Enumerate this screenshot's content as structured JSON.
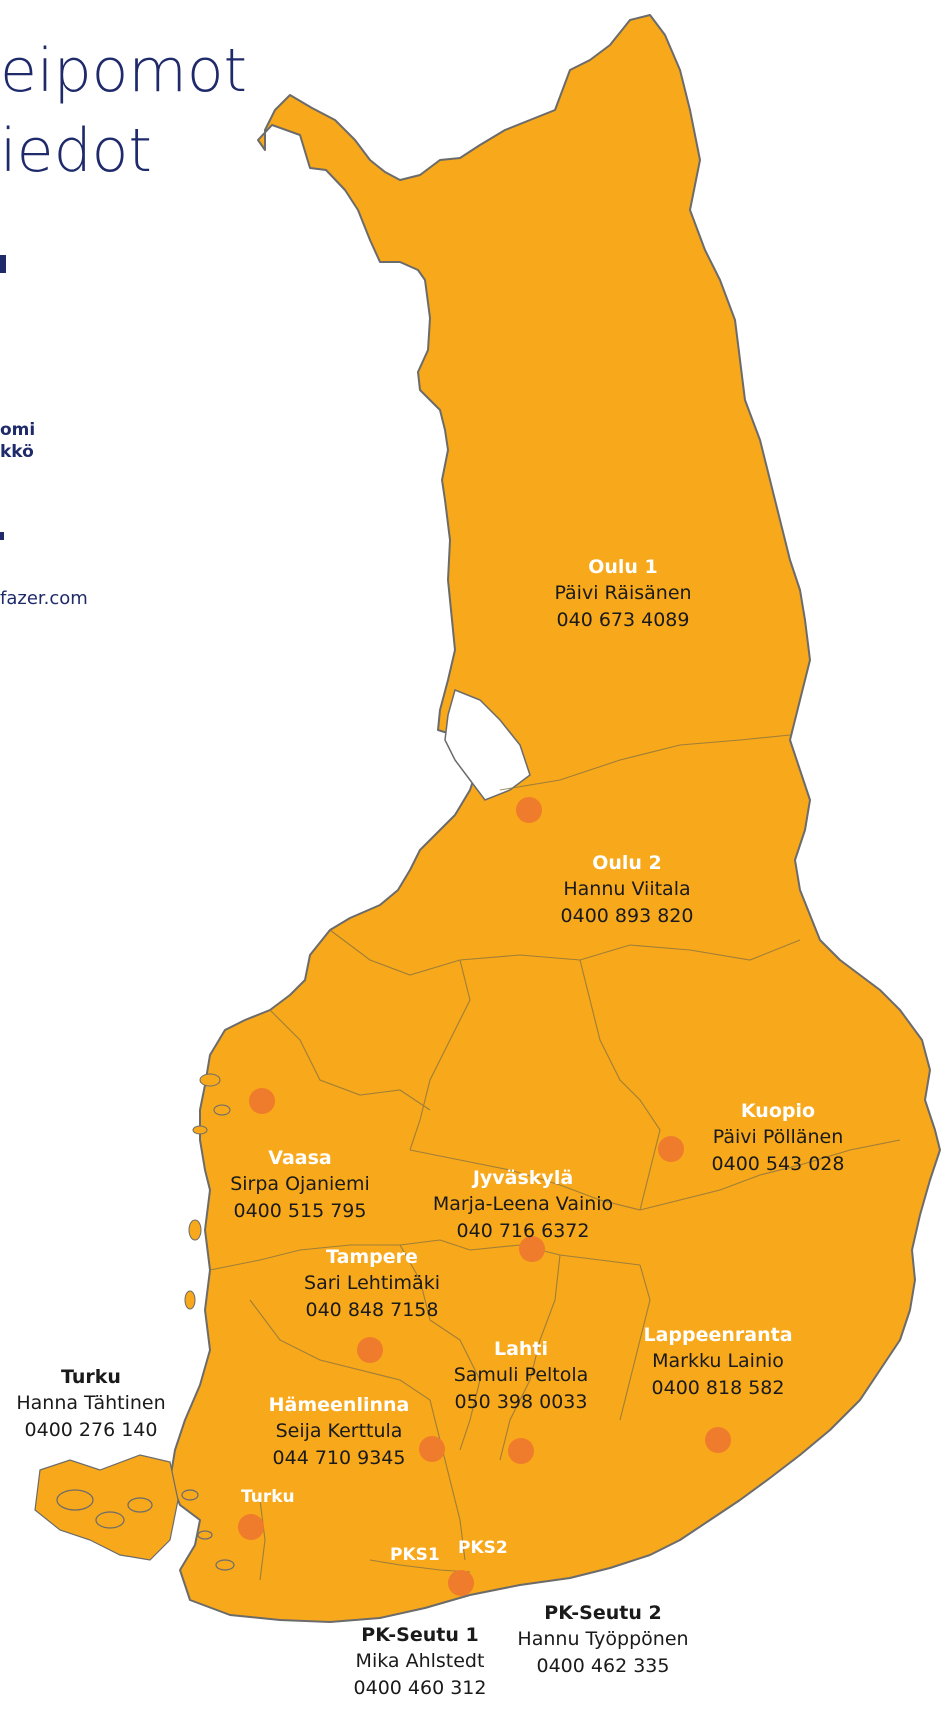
{
  "header": {
    "title_line1": "eipomot",
    "title_line2": "iedot"
  },
  "sidebar": {
    "bold_line1": "omi",
    "bold_line2": "kkö",
    "email_fragment": "fazer.com"
  },
  "regions": [
    {
      "key": "oulu1",
      "name": "Oulu 1",
      "person": "Päivi Räisänen",
      "phone": "040 673 4089"
    },
    {
      "key": "oulu2",
      "name": "Oulu 2",
      "person": "Hannu Viitala",
      "phone": "0400 893 820"
    },
    {
      "key": "kuopio",
      "name": "Kuopio",
      "person": "Päivi Pöllänen",
      "phone": "0400 543 028"
    },
    {
      "key": "vaasa",
      "name": "Vaasa",
      "person": "Sirpa Ojaniemi",
      "phone": "0400 515 795"
    },
    {
      "key": "jyvaskyla",
      "name": "Jyväskylä",
      "person": "Marja-Leena Vainio",
      "phone": "040 716 6372"
    },
    {
      "key": "tampere",
      "name": "Tampere",
      "person": "Sari Lehtimäki",
      "phone": "040 848 7158"
    },
    {
      "key": "lappeenranta",
      "name": "Lappeenranta",
      "person": "Markku Lainio",
      "phone": "0400 818 582"
    },
    {
      "key": "lahti",
      "name": "Lahti",
      "person": "Samuli Peltola",
      "phone": "050 398 0033"
    },
    {
      "key": "hameenlinna",
      "name": "Hämeenlinna",
      "person": "Seija Kerttula",
      "phone": "044 710 9345"
    },
    {
      "key": "turku_outside",
      "name": "Turku",
      "person": "Hanna Tähtinen",
      "phone": "0400 276 140"
    },
    {
      "key": "pks1",
      "name": "PK-Seutu 1",
      "person": "Mika Ahlstedt",
      "phone": "0400 460 312"
    },
    {
      "key": "pks2",
      "name": "PK-Seutu 2",
      "person": "Hannu Työppönen",
      "phone": "0400 462 335"
    }
  ],
  "map_tags": {
    "turku": "Turku",
    "pks1": "PKS1",
    "pks2": "PKS2"
  },
  "colors": {
    "land": "#f7a81b",
    "border": "#6b6b6b",
    "marker": "#ef7b2c",
    "title": "#1f2a6b"
  }
}
